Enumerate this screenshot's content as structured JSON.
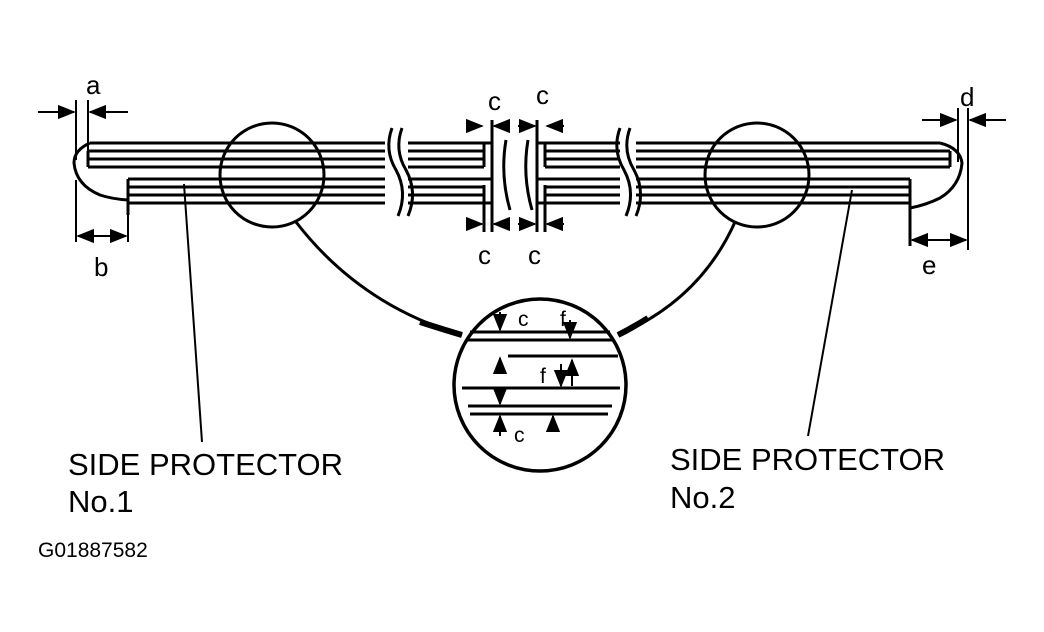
{
  "labels": {
    "a": "a",
    "b": "b",
    "c": "c",
    "d": "d",
    "e": "e",
    "f": "f"
  },
  "captions": {
    "protector1_line1": "SIDE PROTECTOR",
    "protector1_line2": "No.1",
    "protector2_line1": "SIDE PROTECTOR",
    "protector2_line2": "No.2"
  },
  "figure_code": "G01887582",
  "colors": {
    "ink": "#000000",
    "paper": "#ffffff"
  }
}
